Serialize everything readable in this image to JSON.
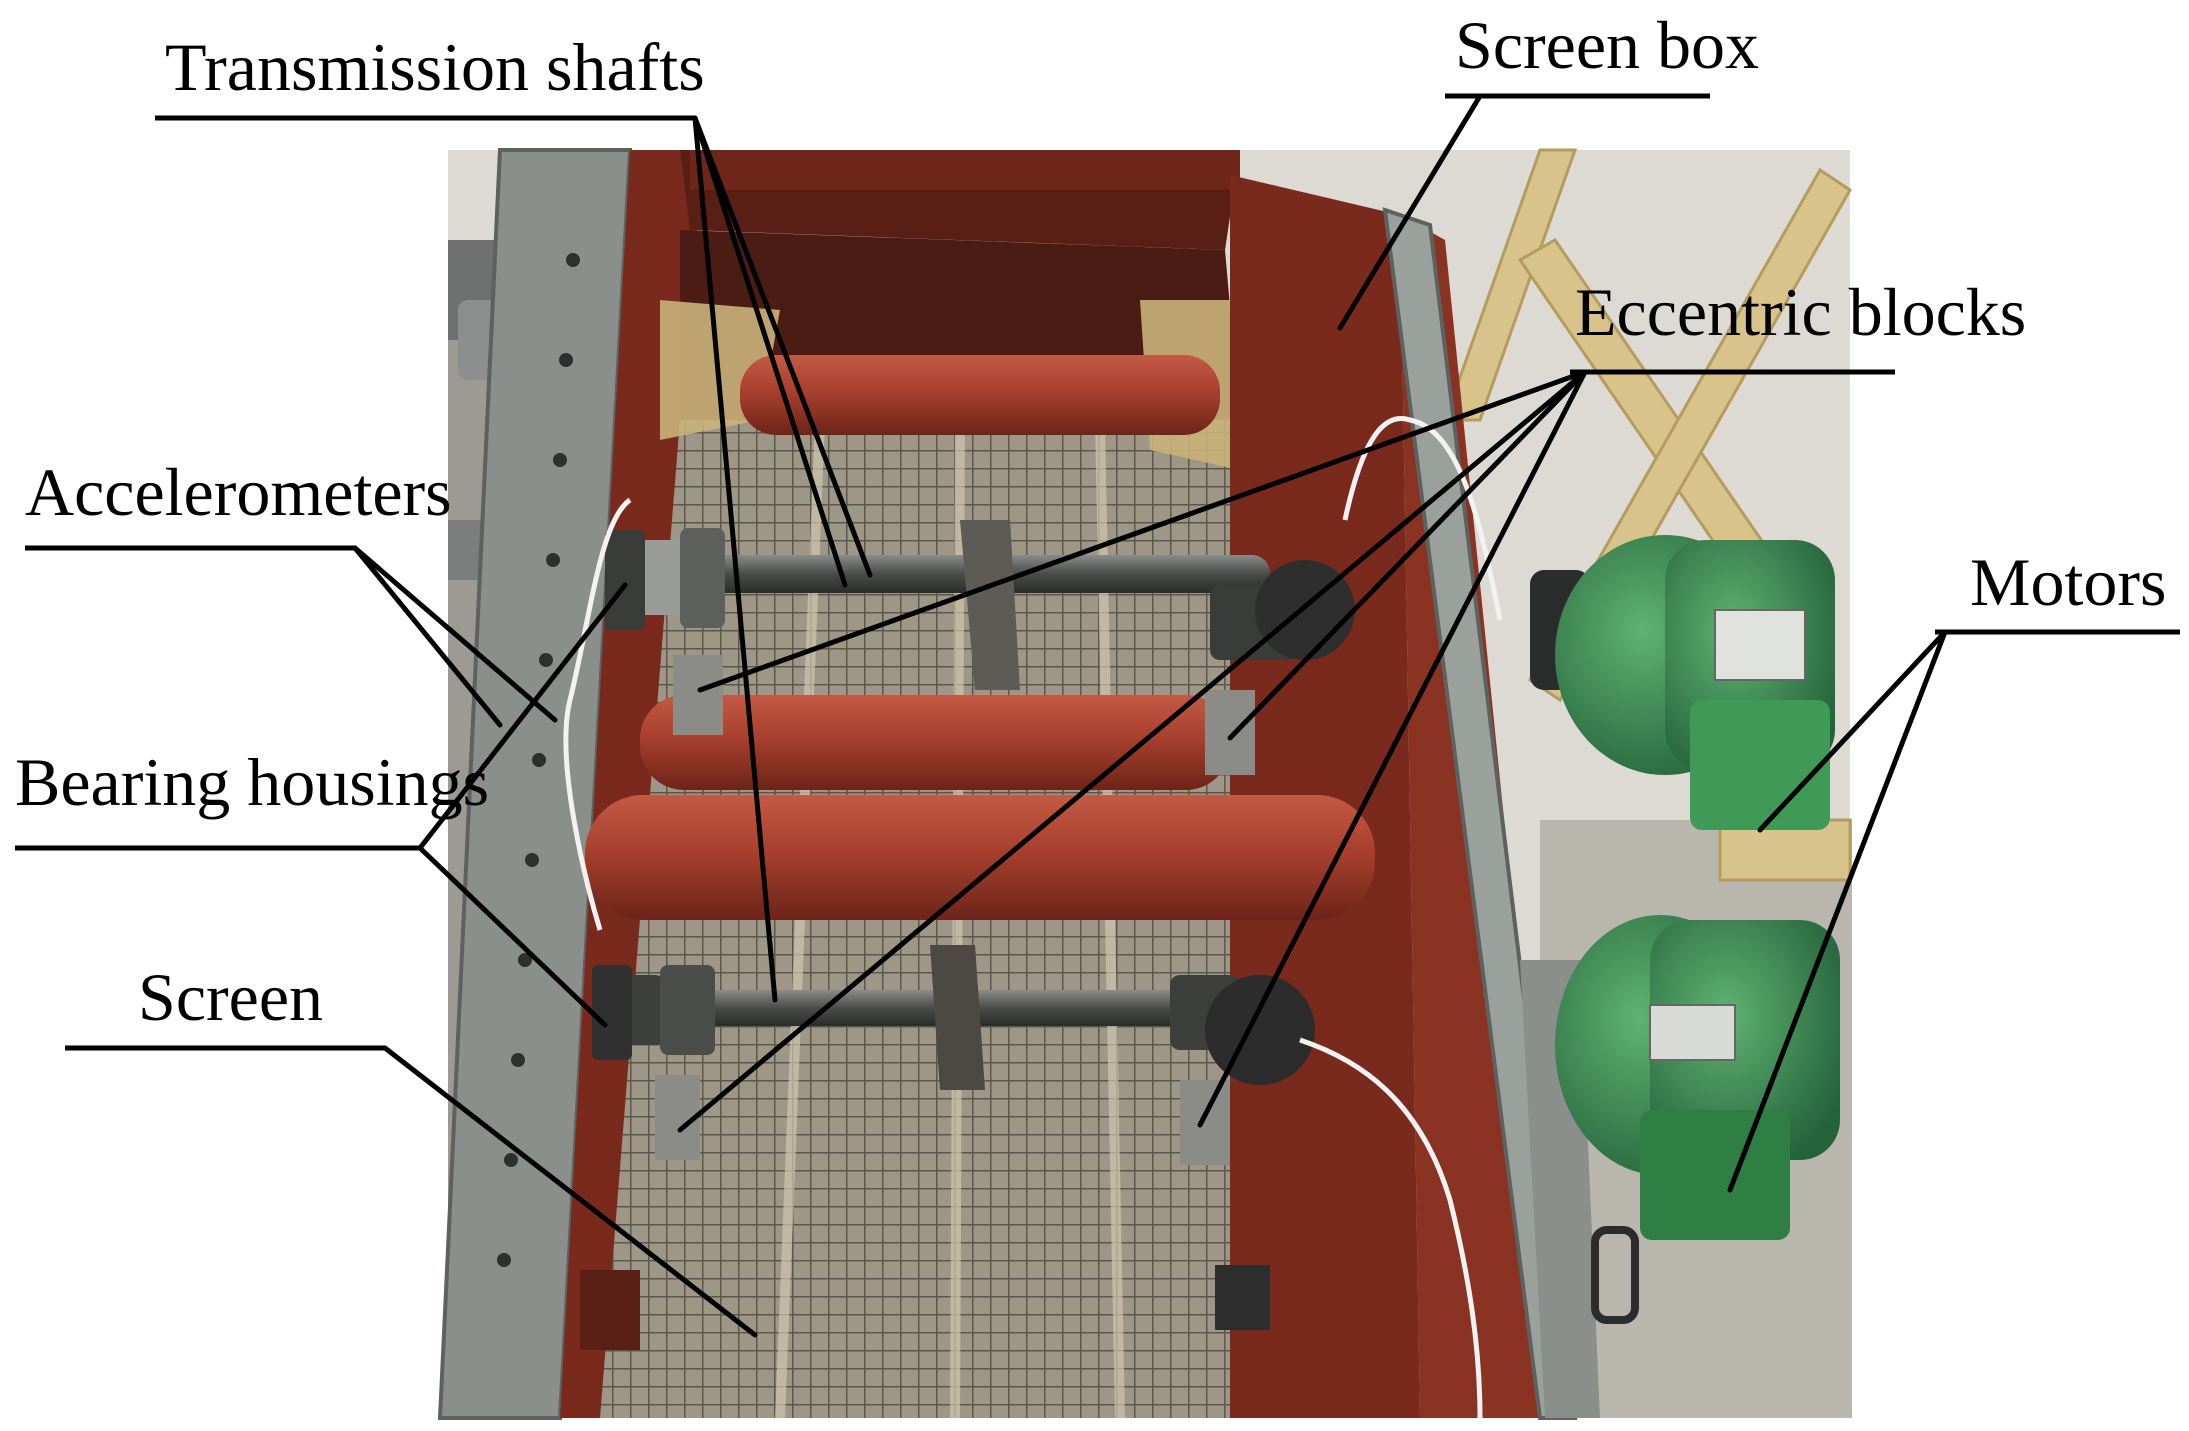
{
  "figure": {
    "labels": {
      "transmission_shafts": "Transmission shafts",
      "screen_box": "Screen box",
      "eccentric_blocks": "Eccentric blocks",
      "accelerometers": "Accelerometers",
      "motors": "Motors",
      "bearing_housings": "Bearing housings",
      "screen": "Screen"
    },
    "colors": {
      "frame_red": "#7a2a1c",
      "frame_dark": "#4f1a10",
      "rail_grey": "#8a8f8c",
      "tube_red": "#a8402e",
      "motor_green": "#3f8f55",
      "wood": "#d8c48a",
      "floor": "#b9b6ad",
      "mesh": "#8d8676",
      "wall": "#e9e8e2"
    }
  }
}
